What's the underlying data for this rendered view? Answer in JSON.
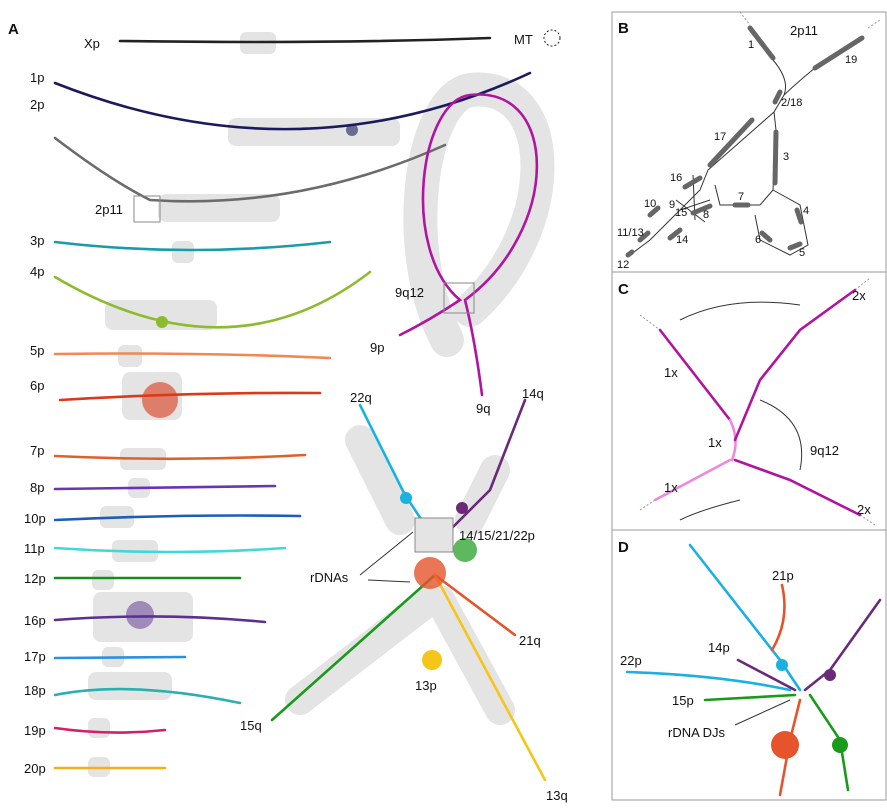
{
  "panels": {
    "a": "A",
    "b": "B",
    "c": "C",
    "d": "D"
  },
  "panel_a": {
    "chromosomes": [
      {
        "label": "Xp",
        "color": "#222222"
      },
      {
        "label": "1p",
        "color": "#1b1a5c"
      },
      {
        "label": "2p",
        "color": "#6b6b6b"
      },
      {
        "label": "3p",
        "color": "#1a9bab"
      },
      {
        "label": "4p",
        "color": "#8dbb2e"
      },
      {
        "label": "5p",
        "color": "#f08850"
      },
      {
        "label": "6p",
        "color": "#d93a1a"
      },
      {
        "label": "7p",
        "color": "#e0602a"
      },
      {
        "label": "8p",
        "color": "#6a35b5"
      },
      {
        "label": "10p",
        "color": "#1a5fb5"
      },
      {
        "label": "11p",
        "color": "#40d8d8"
      },
      {
        "label": "12p",
        "color": "#1a8a1a"
      },
      {
        "label": "16p",
        "color": "#5a3090"
      },
      {
        "label": "17p",
        "color": "#2a90e0"
      },
      {
        "label": "18p",
        "color": "#2ab0b0"
      },
      {
        "label": "19p",
        "color": "#d0206a"
      },
      {
        "label": "20p",
        "color": "#f0b020"
      }
    ],
    "mt": "MT",
    "region_2p11": "2p11",
    "chr9": {
      "p": "9p",
      "q": "9q",
      "q12": "9q12",
      "color": "#b0159f"
    },
    "acrocentric": {
      "q22": "22q",
      "q14": "14q",
      "q21": "21q",
      "q15": "15q",
      "q13": "13q",
      "p13": "13p",
      "center": "14/15/21/22p",
      "rdnas": "rDNAs"
    }
  },
  "panel_b": {
    "title": "2p11",
    "segments": [
      "1",
      "19",
      "2/18",
      "17",
      "3",
      "16",
      "10",
      "9",
      "15",
      "8",
      "7",
      "4",
      "6",
      "5",
      "11/13",
      "14",
      "12"
    ]
  },
  "panel_c": {
    "title": "9q12",
    "copy_1x_a": "1x",
    "copy_1x_b": "1x",
    "copy_1x_c": "1x",
    "copy_2x_a": "2x",
    "copy_2x_b": "2x"
  },
  "panel_d": {
    "p21": "21p",
    "p14": "14p",
    "p22": "22p",
    "p15": "15p",
    "djs": "rDNA DJs"
  }
}
